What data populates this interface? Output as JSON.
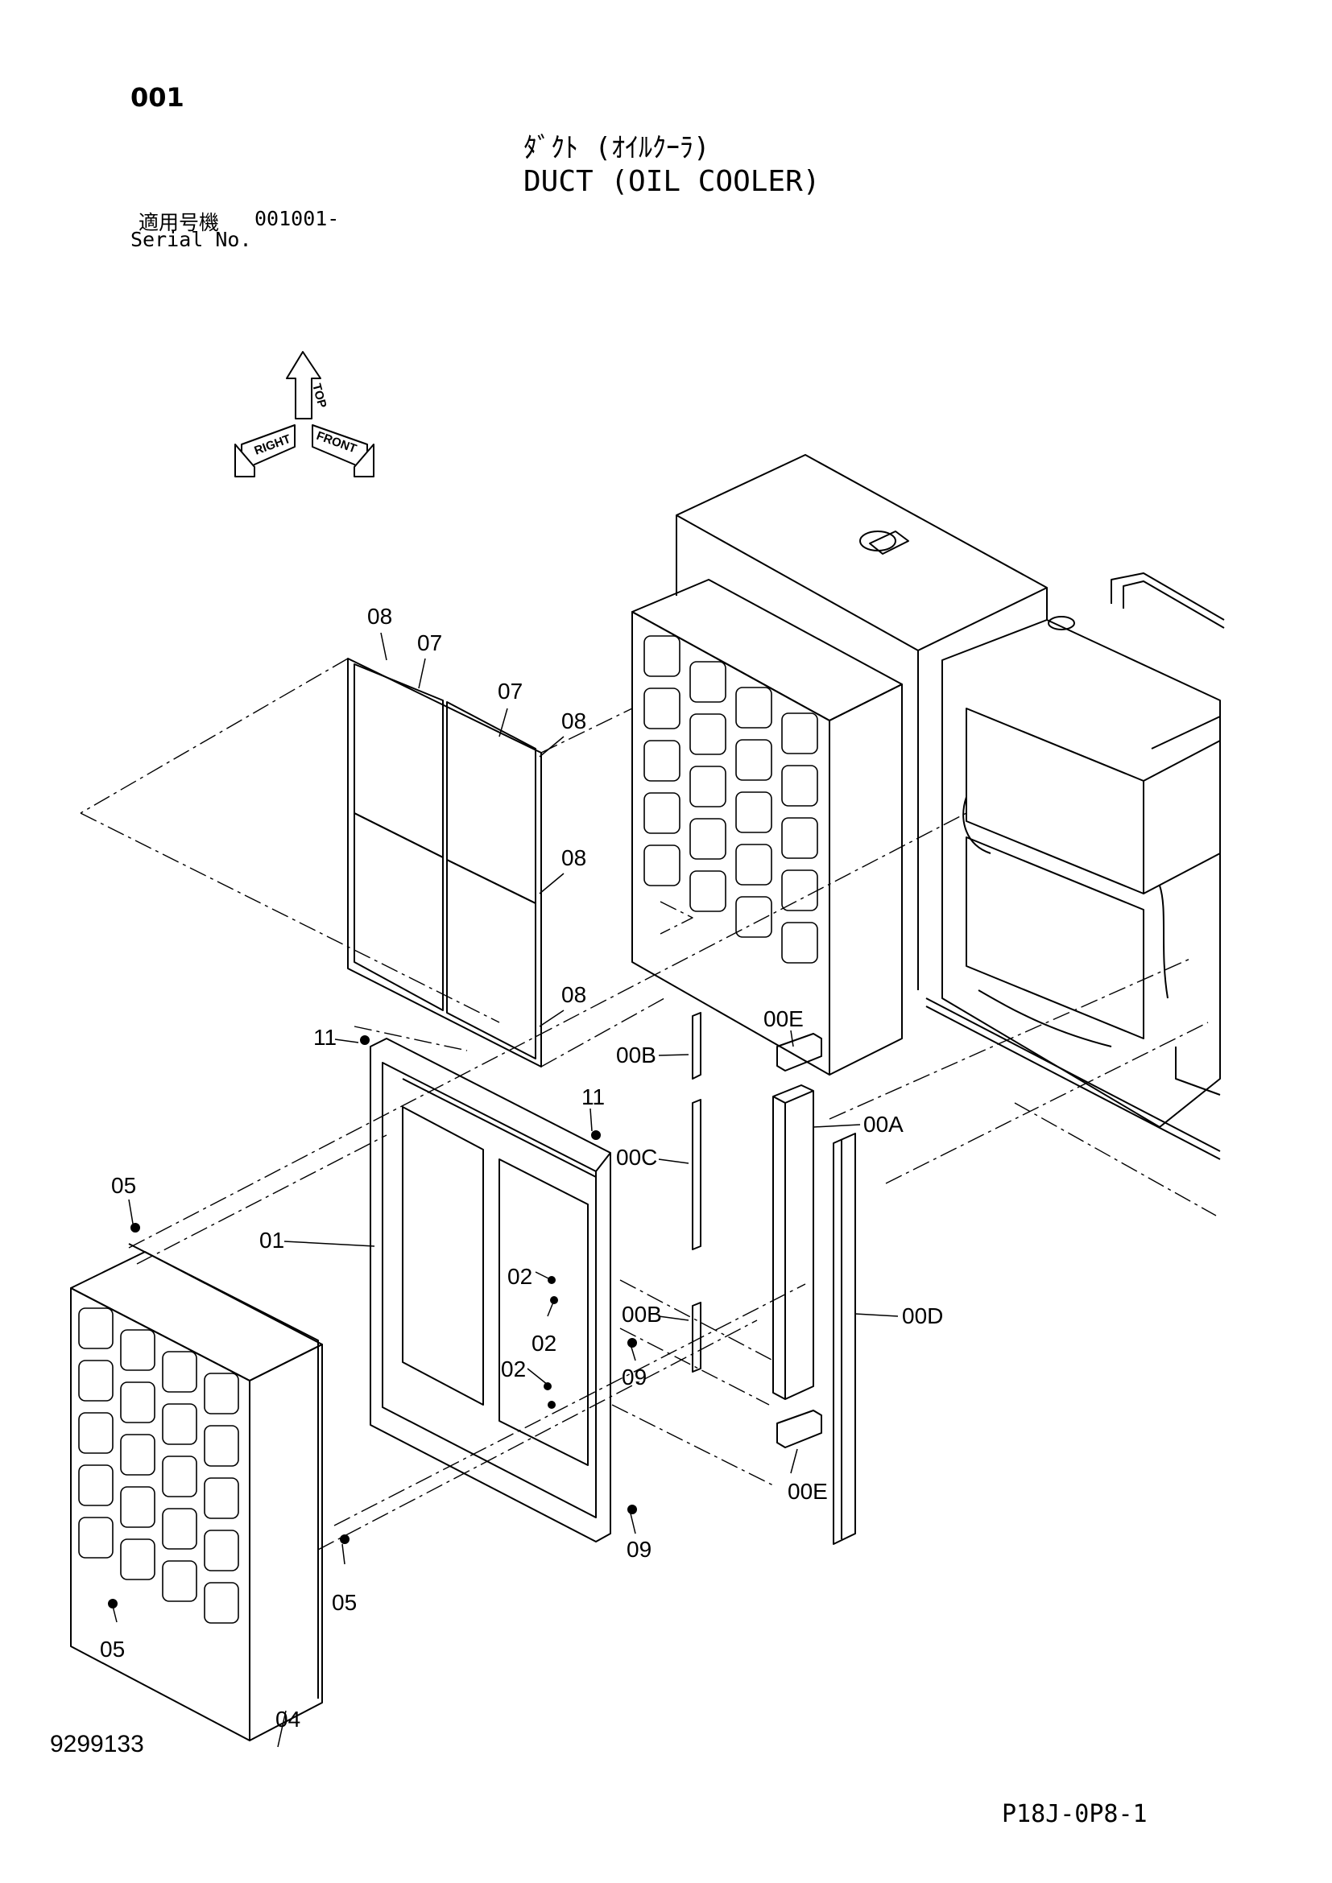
{
  "header": {
    "page_number": "001",
    "title_jp": "ﾀﾞｸﾄ (ｵｲﾙｸｰﾗ)",
    "title_en": "DUCT (OIL COOLER)",
    "serial_label_jp": "適用号機",
    "serial_value": "001001-",
    "serial_label_en": "Serial No."
  },
  "orientation": {
    "top": "TOP",
    "right": "RIGHT",
    "front": "FRONT"
  },
  "callouts": {
    "c01": "01",
    "c02a": "02",
    "c02b": "02",
    "c02c": "02",
    "c04": "04",
    "c05a": "05",
    "c05b": "05",
    "c05c": "05",
    "c07a": "07",
    "c07b": "07",
    "c08a": "08",
    "c08b": "08",
    "c08c": "08",
    "c08d": "08",
    "c09a": "09",
    "c09b": "09",
    "c11a": "11",
    "c11b": "11",
    "c00A": "00A",
    "c00B_top": "00B",
    "c00B_bot": "00B",
    "c00C": "00C",
    "c00D": "00D",
    "c00E_top": "00E",
    "c00E_bot": "00E"
  },
  "footer": {
    "doc_number": "9299133",
    "sheet_code": "P18J-0P8-1"
  }
}
